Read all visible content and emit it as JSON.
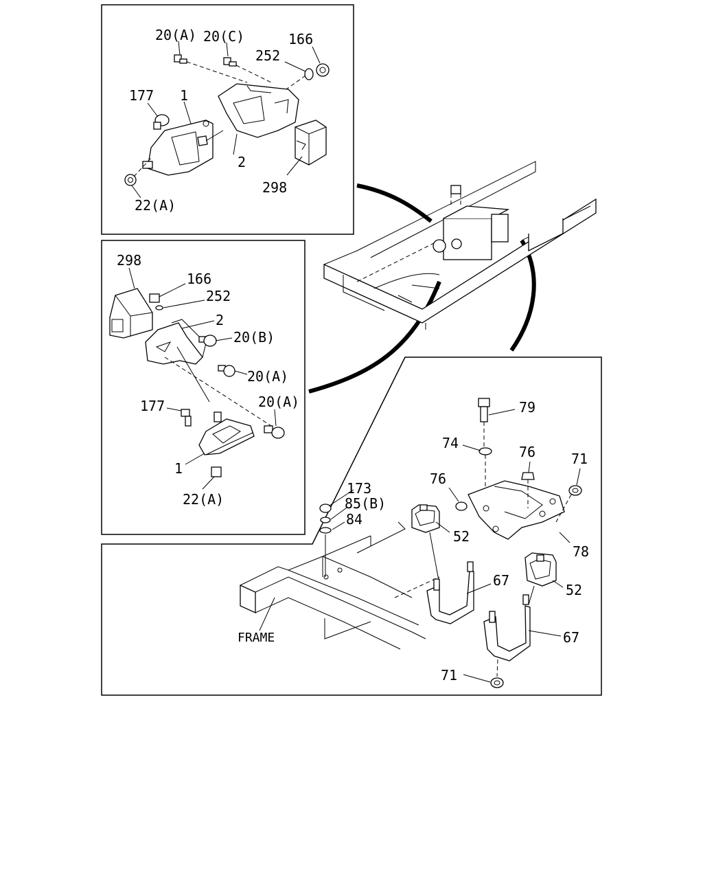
{
  "diagram": {
    "top_panel_labels": {
      "l20a": "20(A)",
      "l20c": "20(C)",
      "l166": "166",
      "l252": "252",
      "l177": "177",
      "l1": "1",
      "l2": "2",
      "l298": "298",
      "l22a": "22(A)"
    },
    "mid_panel_labels": {
      "l298": "298",
      "l166": "166",
      "l252": "252",
      "l2": "2",
      "l20b": "20(B)",
      "l20a1": "20(A)",
      "l20a2": "20(A)",
      "l177": "177",
      "l1": "1",
      "l22a": "22(A)"
    },
    "bottom_panel_labels": {
      "l79": "79",
      "l74": "74",
      "l76a": "76",
      "l71a": "71",
      "l76b": "76",
      "l173": "173",
      "l85b": "85(B)",
      "l84": "84",
      "l52a": "52",
      "l78": "78",
      "l67a": "67",
      "l52b": "52",
      "l67b": "67",
      "l71b": "71",
      "frame": "FRAME"
    }
  }
}
